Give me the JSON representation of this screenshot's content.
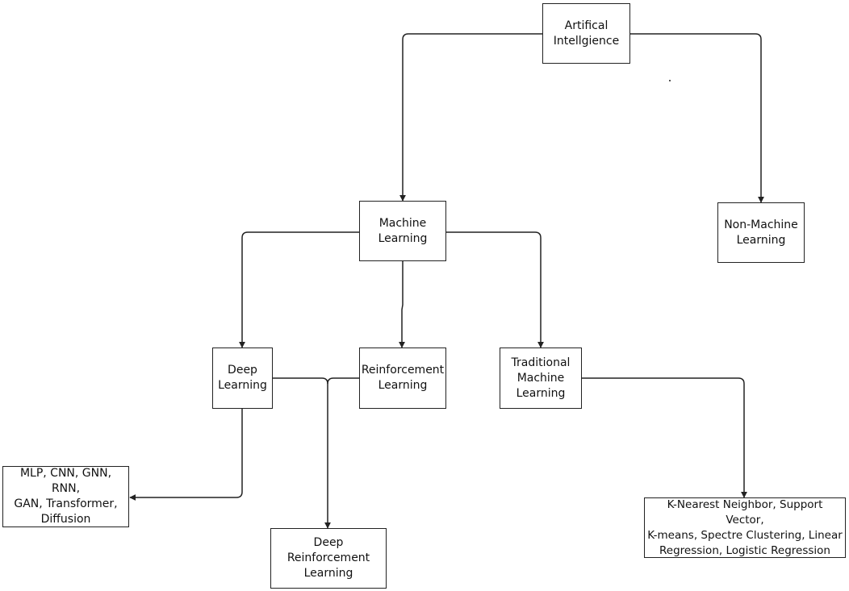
{
  "nodes": {
    "ai": "Artifical\nIntellgience",
    "ml": "Machine\nLearning",
    "non_ml": "Non-Machine\nLearning",
    "dl": "Deep\nLearning",
    "rl": "Reinforcement\nLearning",
    "tml": "Traditional\nMachine\nLearning",
    "dl_models": "MLP, CNN, GNN, RNN,\nGAN, Transformer,\nDiffusion",
    "drl": "Deep Reinforcement\nLearning",
    "tml_models": "K-Nearest Neighbor, Support Vector,\nK-means, Spectre Clustering, Linear\nRegression, Logistic Regression"
  },
  "colors": {
    "stroke": "#222222",
    "background": "#ffffff",
    "text": "#111111"
  }
}
